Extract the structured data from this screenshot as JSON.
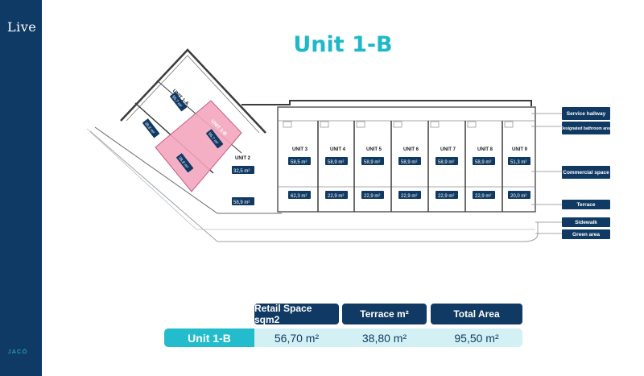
{
  "brand": {
    "logo": "Live",
    "location": "JACÓ"
  },
  "title": "Unit 1-B",
  "colors": {
    "sidebar": "#0f3a66",
    "accent": "#1fb8c8",
    "highlight_unit": "#f4a6bf",
    "label_bg": "#103a63",
    "row_bg": "#d3f1f5"
  },
  "plan": {
    "units": [
      {
        "name": "UNIT 1-A",
        "area": "56,7 m²"
      },
      {
        "name": "UNIT 1-B",
        "area": "56,7 m²"
      },
      {
        "name": "UNIT 2",
        "area": "32,5 m²"
      },
      {
        "name": "UNIT 3",
        "area": "58,5 m²"
      },
      {
        "name": "UNIT 4",
        "area": "58,9 m²"
      },
      {
        "name": "UNIT 5",
        "area": "58,9 m²"
      },
      {
        "name": "UNIT 6",
        "area": "58,9 m²"
      },
      {
        "name": "UNIT 7",
        "area": "58,9 m²"
      },
      {
        "name": "UNIT 8",
        "area": "58,9 m²"
      },
      {
        "name": "UNIT 9",
        "area": "51,3 m²"
      }
    ],
    "terraces": [
      "62,3 m²",
      "22,9 m²",
      "22,9 m²",
      "22,9 m²",
      "22,9 m²",
      "22,9 m²",
      "20,0 m²"
    ],
    "wing_terraces": [
      "38,8 m²",
      "38,8 m²",
      "58,9 m²"
    ],
    "legend": [
      {
        "label": "Service hallway"
      },
      {
        "label": "Designated bathroom area"
      },
      {
        "label": "Commercial space"
      },
      {
        "label": "Terrace"
      },
      {
        "label": "Sidewalk"
      },
      {
        "label": "Green area"
      }
    ]
  },
  "table": {
    "headers": [
      "Retail Space sqm2",
      "Terrace m²",
      "Total Area"
    ],
    "row_label": "Unit 1-B",
    "values": [
      "56,70 m²",
      "38,80 m²",
      "95,50 m²"
    ]
  }
}
